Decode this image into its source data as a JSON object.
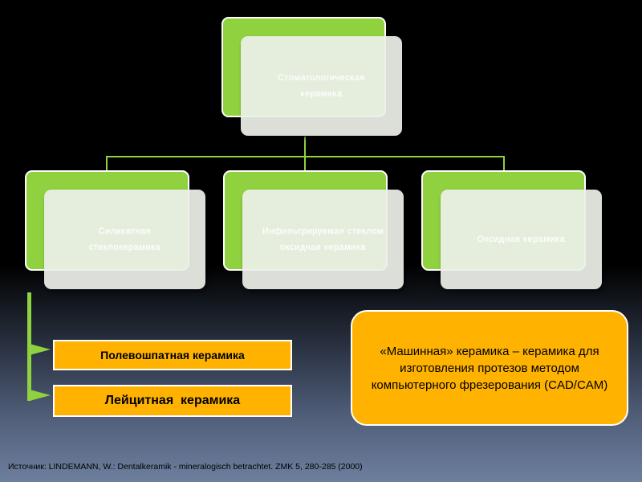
{
  "root_node": {
    "label": "Стоматологическая керамика"
  },
  "child_nodes": [
    {
      "label": "Силикатная стеклокерамика"
    },
    {
      "label": "Инфильтрируемая стеклом оксидная керамика"
    },
    {
      "label": "Оксидная керамика"
    }
  ],
  "sub_items": [
    {
      "label": "Полевошпатная керамика"
    },
    {
      "label": "Лейцитная  керамика"
    }
  ],
  "machine_box": {
    "text": "«Машинная» керамика – керамика для изготовления протезов методом компьютерного фрезерования (CAD/CAM)"
  },
  "source": {
    "text": "Источник: LINDEMANN, W.: Dentalkeramik - mineralogisch betrachtet. ZMK 5, 280-285 (2000)"
  },
  "colors": {
    "green": "#8fd13f",
    "orange": "#ffb300",
    "card": "#eceee8"
  }
}
